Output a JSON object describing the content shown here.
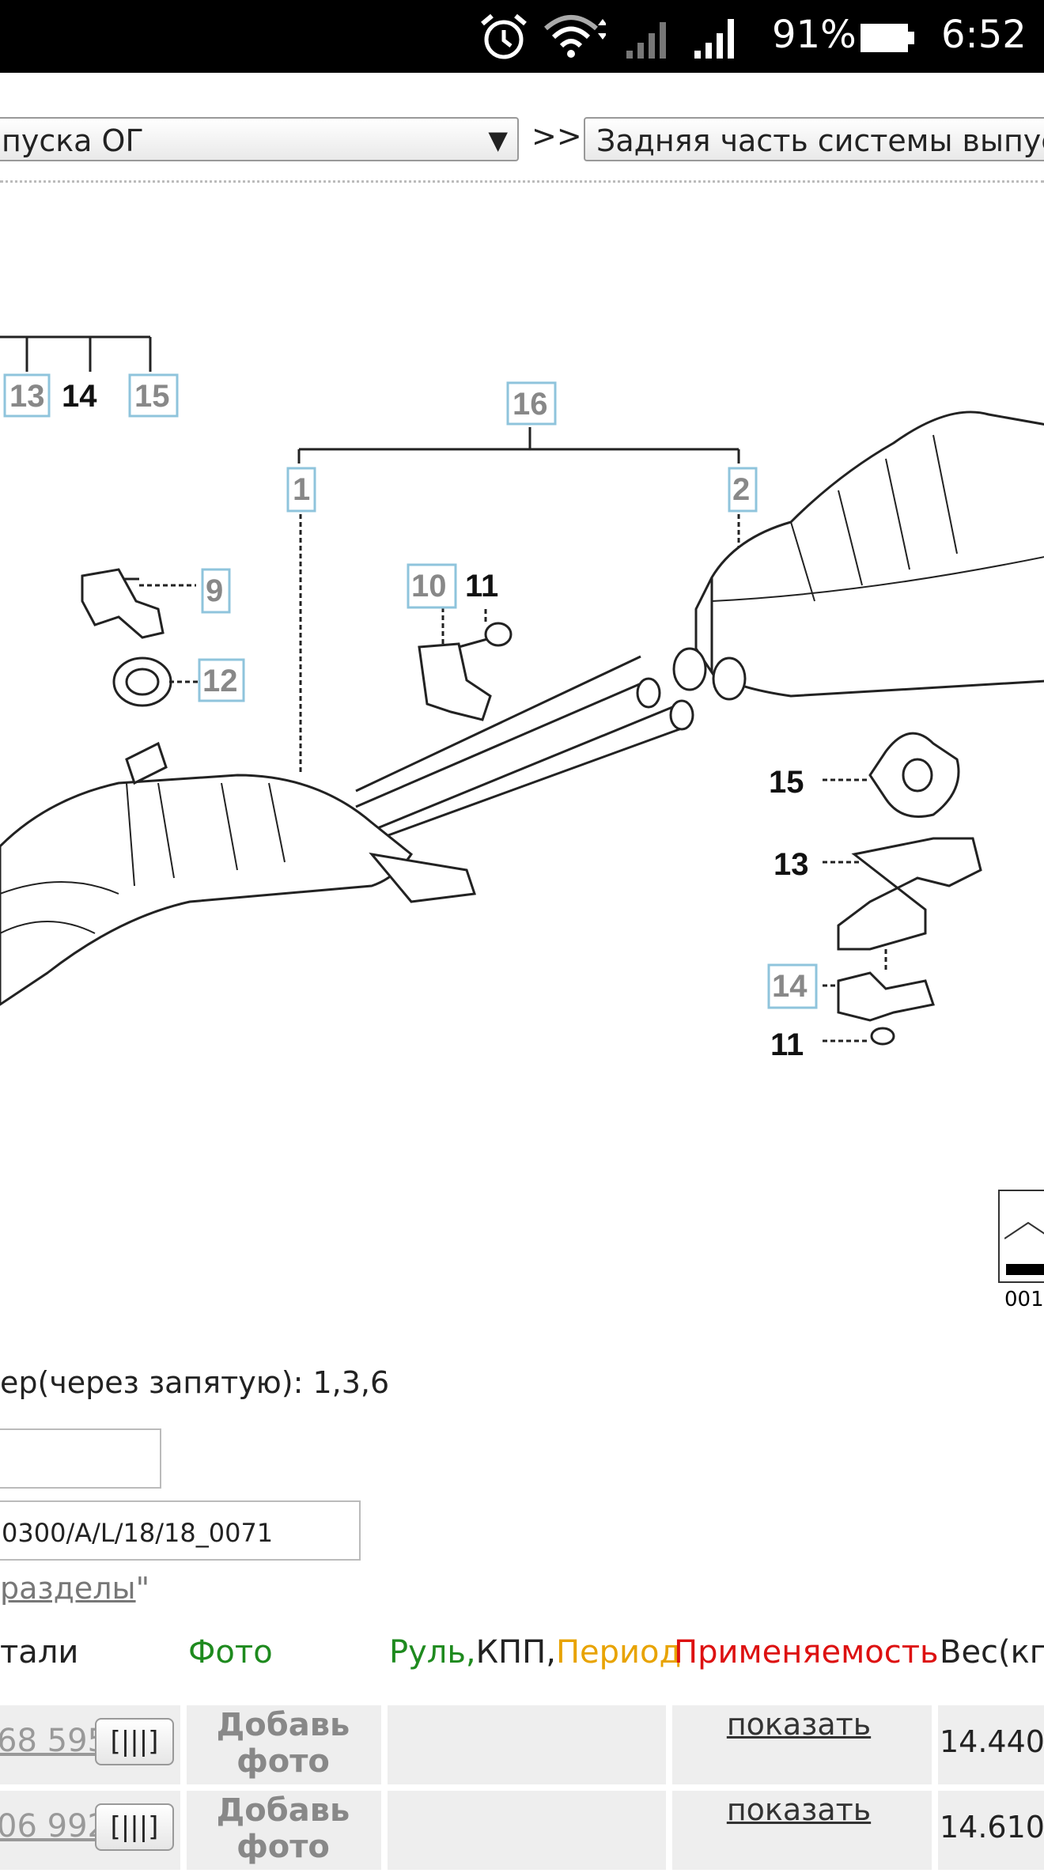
{
  "status_bar": {
    "battery": "91%",
    "time": "6:52",
    "icons": [
      "alarm-icon",
      "wifi-icon",
      "signal-icon",
      "signal-full-icon",
      "battery-icon"
    ]
  },
  "nav": {
    "section_select": "пуска ОГ",
    "separator": ">>",
    "subsection_select": "Задняя часть системы выпуск"
  },
  "diagram": {
    "callouts": {
      "c13a": "13",
      "c14a": "14",
      "c15a": "15",
      "c16": "16",
      "c1": "1",
      "c2": "2",
      "c9": "9",
      "c12": "12",
      "c10": "10",
      "c11a": "11",
      "c15b": "15",
      "c13b": "13",
      "c14b": "14",
      "c11b": "11"
    },
    "thumb_caption": "001"
  },
  "form": {
    "hint": "ер(через запятую): 1,3,6",
    "code_value": "0300/A/L/18/18_0071",
    "sections_link": "разделы",
    "sections_link_quote": "\""
  },
  "table": {
    "headers": {
      "part": "тали",
      "photo": "Фото",
      "steering": "Руль,",
      "gearbox": "КПП,",
      "period": "Период",
      "applicability": "Применяемость",
      "weight": "Вес(кг)"
    },
    "barcode_label": "[|||]",
    "add_photo": "Добавь фото",
    "rows": [
      {
        "part_number": "68 595",
        "show": "показать",
        "weight": "14.440"
      },
      {
        "part_number": "06 992",
        "show": "показать",
        "weight": "14.610"
      }
    ]
  },
  "colors": {
    "photo_header": "#1e8a1e",
    "period_header": "#e8a300",
    "applicability_header": "#dd1111",
    "callout_box": "#8fc4dc"
  }
}
